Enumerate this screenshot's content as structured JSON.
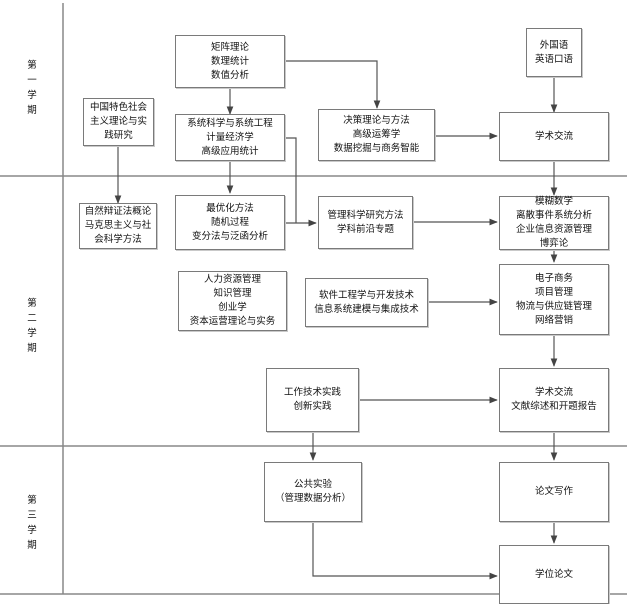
{
  "terms": [
    {
      "id": "term1",
      "chars": [
        "第",
        "一",
        "学",
        "期"
      ]
    },
    {
      "id": "term2",
      "chars": [
        "第",
        "二",
        "学",
        "期"
      ]
    },
    {
      "id": "term3",
      "chars": [
        "第",
        "三",
        "学",
        "期"
      ]
    }
  ],
  "nodes": [
    {
      "id": "matrix",
      "lines": [
        "矩阵理论",
        "数理统计",
        "数值分析"
      ]
    },
    {
      "id": "foreign",
      "lines": [
        "外国语",
        "英语口语"
      ]
    },
    {
      "id": "socialism",
      "lines": [
        "中国特色社会",
        "主义理论与实",
        "践研究"
      ]
    },
    {
      "id": "systems",
      "lines": [
        "系统科学与系统工程",
        "计量经济学",
        "高级应用统计"
      ]
    },
    {
      "id": "decision",
      "lines": [
        "决策理论与方法",
        "高级运筹学",
        "数据挖掘与商务智能"
      ]
    },
    {
      "id": "academic1",
      "lines": [
        "学术交流"
      ]
    },
    {
      "id": "dialectics",
      "lines": [
        "自然辩证法概论",
        "马克思主义与社",
        "会科学方法"
      ]
    },
    {
      "id": "optimization",
      "lines": [
        "最优化方法",
        "随机过程",
        "变分法与泛函分析"
      ]
    },
    {
      "id": "research",
      "lines": [
        "管理科学研究方法",
        "学科前沿专题"
      ]
    },
    {
      "id": "fuzzy",
      "lines": [
        "模糊数学",
        "离散事件系统分析",
        "企业信息资源管理",
        "博弈论"
      ]
    },
    {
      "id": "hr",
      "lines": [
        "人力资源管理",
        "知识管理",
        "创业学",
        "资本运营理论与实务"
      ]
    },
    {
      "id": "software",
      "lines": [
        "软件工程学与开发技术",
        "信息系统建模与集成技术"
      ]
    },
    {
      "id": "ecommerce",
      "lines": [
        "电子商务",
        "项目管理",
        "物流与供应链管理",
        "网络营销"
      ]
    },
    {
      "id": "practice",
      "lines": [
        "工作技术实践",
        "创新实践"
      ]
    },
    {
      "id": "academic2",
      "lines": [
        "学术交流",
        "文献综述和开题报告"
      ]
    },
    {
      "id": "publicexp",
      "lines": [
        "公共实验",
        "（管理数据分析）"
      ]
    },
    {
      "id": "writing",
      "lines": [
        "论文写作"
      ]
    },
    {
      "id": "thesis",
      "lines": [
        "学位论文"
      ]
    }
  ],
  "edges": [
    {
      "from": "matrix",
      "to": "systems"
    },
    {
      "from": "matrix",
      "to": "decision"
    },
    {
      "from": "foreign",
      "to": "academic1"
    },
    {
      "from": "decision",
      "to": "academic1"
    },
    {
      "from": "socialism",
      "to": "dialectics"
    },
    {
      "from": "systems",
      "to": "optimization"
    },
    {
      "from": "systems",
      "to": "research"
    },
    {
      "from": "optimization",
      "to": "research"
    },
    {
      "from": "academic1",
      "to": "fuzzy"
    },
    {
      "from": "research",
      "to": "fuzzy"
    },
    {
      "from": "fuzzy",
      "to": "ecommerce"
    },
    {
      "from": "software",
      "to": "ecommerce"
    },
    {
      "from": "ecommerce",
      "to": "academic2"
    },
    {
      "from": "practice",
      "to": "academic2"
    },
    {
      "from": "practice",
      "to": "publicexp"
    },
    {
      "from": "academic2",
      "to": "writing"
    },
    {
      "from": "writing",
      "to": "thesis"
    },
    {
      "from": "publicexp",
      "to": "thesis"
    }
  ]
}
